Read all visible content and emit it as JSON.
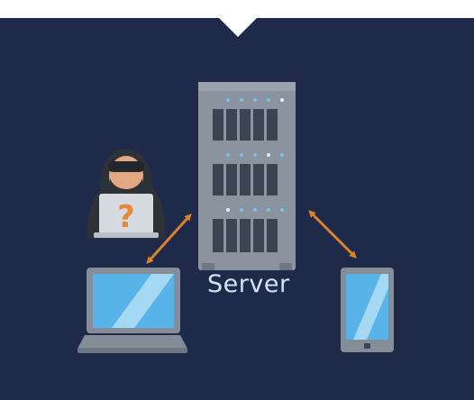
{
  "diagram": {
    "server_label": "Server",
    "nodes": [
      {
        "id": "hacker",
        "icon": "hacker-icon"
      },
      {
        "id": "server",
        "icon": "server-rack-icon"
      },
      {
        "id": "laptop",
        "icon": "laptop-icon"
      },
      {
        "id": "tablet",
        "icon": "tablet-icon"
      }
    ],
    "links": [
      {
        "from": "laptop",
        "to": "server",
        "style": "double-arrow"
      },
      {
        "from": "server",
        "to": "tablet",
        "style": "double-arrow"
      }
    ],
    "colors": {
      "background": "#1f2a4b",
      "arrow": "#d9822b",
      "server_body": "#8a939e",
      "screen": "#58b4e8",
      "question_mark": "#e8893a"
    }
  }
}
